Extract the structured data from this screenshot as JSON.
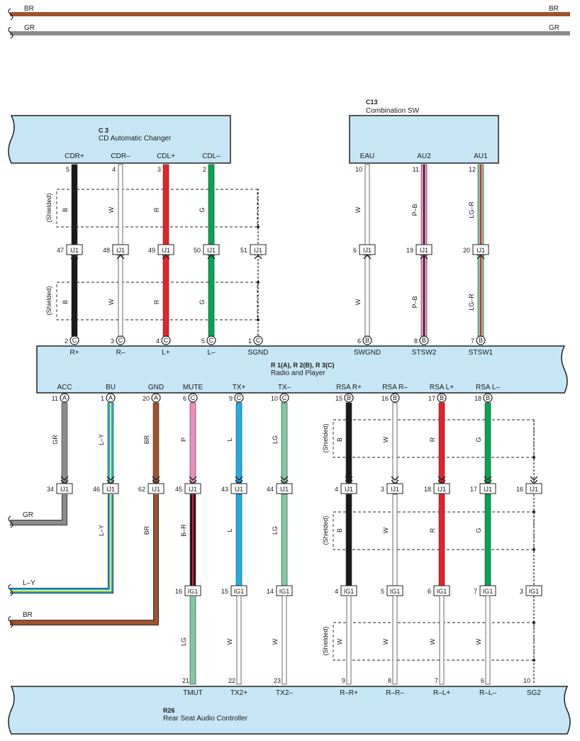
{
  "colors": {
    "B": "#1a1a1a",
    "W": "#ffffff",
    "R": "#e8202a",
    "G": "#00a651",
    "GR": "#8c8c8c",
    "BR": "#a0522d",
    "LG": "#7fc8a0",
    "L": "#1eaee8",
    "P": "#f08cc0",
    "Y": "#f5e642",
    "block_fill": "#c7e6f5"
  },
  "top_wires": [
    {
      "label": "BR"
    },
    {
      "label": "GR"
    }
  ],
  "shielded_label": "(Shielded)",
  "blocks": {
    "c3": {
      "id": "C 3",
      "name": "CD Automatic Changer"
    },
    "c13": {
      "id": "C13",
      "name": "Combination SW"
    },
    "radio": {
      "id": "R 1(A), R 2(B), R 3(C)",
      "name": "Radio and Player"
    },
    "r26": {
      "id": "R26",
      "name": "Rear Seat Audio Controller"
    }
  },
  "upper_wires": [
    {
      "top_pin": "CDR+",
      "top_num": "5",
      "color": "B",
      "j_pin": "47",
      "j": "IJ1",
      "bot_num": "2",
      "conn": "C",
      "bot_pin": "R+"
    },
    {
      "top_pin": "CDR–",
      "top_num": "4",
      "color": "W",
      "j_pin": "48",
      "j": "IJ1",
      "bot_num": "3",
      "conn": "C",
      "bot_pin": "R–"
    },
    {
      "top_pin": "CDL+",
      "top_num": "3",
      "color": "R",
      "j_pin": "49",
      "j": "IJ1",
      "bot_num": "4",
      "conn": "C",
      "bot_pin": "L+"
    },
    {
      "top_pin": "CDL–",
      "top_num": "2",
      "color": "G",
      "j_pin": "50",
      "j": "IJ1",
      "bot_num": "5",
      "conn": "C",
      "bot_pin": "L–"
    },
    {
      "top_pin": "",
      "top_num": "",
      "color": "",
      "j_pin": "51",
      "j": "IJ1",
      "bot_num": "1",
      "conn": "C",
      "bot_pin": "SGND"
    },
    {
      "top_pin": "EAU",
      "top_num": "10",
      "color": "W",
      "j_pin": "6",
      "j": "IJ1",
      "bot_num": "6",
      "conn": "B",
      "bot_pin": "SWGND"
    },
    {
      "top_pin": "AU2",
      "top_num": "11",
      "color": "P–B",
      "j_pin": "19",
      "j": "IJ1",
      "bot_num": "8",
      "conn": "B",
      "bot_pin": "STSW2"
    },
    {
      "top_pin": "AU1",
      "top_num": "12",
      "color": "LG–R",
      "j_pin": "20",
      "j": "IJ1",
      "bot_num": "7",
      "conn": "B",
      "bot_pin": "STSW1"
    }
  ],
  "lower_wires": [
    {
      "pin": "ACC",
      "num": "11",
      "conn": "A",
      "color": "GR",
      "j_pin": "34",
      "j": "IJ1",
      "out": "GR"
    },
    {
      "pin": "BU",
      "num": "1",
      "conn": "A",
      "color": "L–Y",
      "j_pin": "46",
      "j": "IJ1",
      "color2": "L–Y",
      "out": "L–Y"
    },
    {
      "pin": "GND",
      "num": "20",
      "conn": "A",
      "color": "BR",
      "j_pin": "62",
      "j": "IJ1",
      "color2": "BR",
      "out": "BR"
    },
    {
      "pin": "MUTE",
      "num": "6",
      "conn": "C",
      "color": "P",
      "j_pin": "45",
      "j": "IJ1",
      "color2": "B–R",
      "g_pin": "16",
      "g": "IG1",
      "color3": "LG",
      "r_num": "21",
      "r_pin": "TMUT"
    },
    {
      "pin": "TX+",
      "num": "9",
      "conn": "C",
      "color": "L",
      "j_pin": "43",
      "j": "IJ1",
      "color2": "L",
      "g_pin": "15",
      "g": "IG1",
      "color3": "W",
      "r_num": "22",
      "r_pin": "TX2+"
    },
    {
      "pin": "TX–",
      "num": "10",
      "conn": "C",
      "color": "LG",
      "j_pin": "44",
      "j": "IJ1",
      "color2": "LG",
      "g_pin": "14",
      "g": "IG1",
      "color3": "W",
      "r_num": "23",
      "r_pin": "TX2–"
    },
    {
      "pin": "RSA R+",
      "num": "15",
      "conn": "B",
      "color": "B",
      "j_pin": "4",
      "j": "IJ1",
      "color2": "B",
      "g_pin": "4",
      "g": "IG1",
      "color3": "W",
      "r_num": "9",
      "r_pin": "R–R+"
    },
    {
      "pin": "RSA R–",
      "num": "16",
      "conn": "B",
      "color": "W",
      "j_pin": "3",
      "j": "IJ1",
      "color2": "W",
      "g_pin": "5",
      "g": "IG1",
      "color3": "W",
      "r_num": "8",
      "r_pin": "R–R–"
    },
    {
      "pin": "RSA L+",
      "num": "17",
      "conn": "B",
      "color": "R",
      "j_pin": "18",
      "j": "IJ1",
      "color2": "R",
      "g_pin": "6",
      "g": "IG1",
      "color3": "W",
      "r_num": "7",
      "r_pin": "R–L+"
    },
    {
      "pin": "RSA L–",
      "num": "18",
      "conn": "B",
      "color": "G",
      "j_pin": "17",
      "j": "IJ1",
      "color2": "G",
      "g_pin": "7",
      "g": "IG1",
      "color3": "W",
      "r_num": "6",
      "r_pin": "R–L–"
    },
    {
      "pin": "",
      "num": "",
      "conn": "",
      "color": "",
      "j_pin": "16",
      "j": "IJ1",
      "color2": "",
      "g_pin": "3",
      "g": "IG1",
      "color3": "",
      "r_num": "10",
      "r_pin": "SG2"
    }
  ]
}
